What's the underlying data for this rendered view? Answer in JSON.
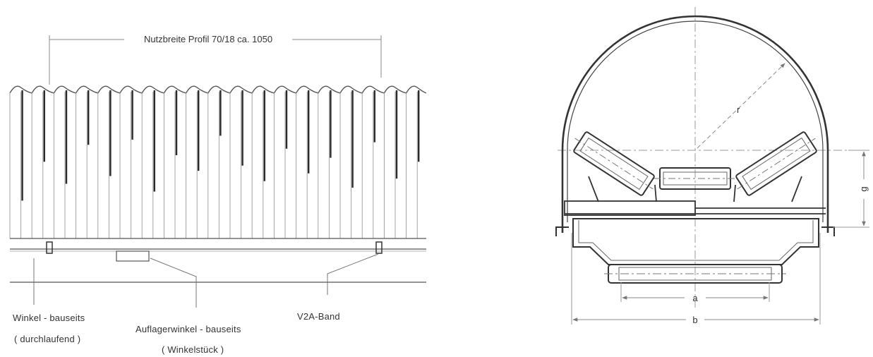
{
  "left_figure": {
    "title_dimension": "Nutzbreite Profil 70/18 ca. 1050",
    "labels": {
      "winkel_line1": "Winkel - bauseits",
      "winkel_line2": "( durchlaufend )",
      "auflager_line1": "Auflagerwinkel - bauseits",
      "auflager_line2": "( Winkelstück )",
      "band": "V2A-Band"
    }
  },
  "right_figure": {
    "dimensions": {
      "r": "r",
      "g": "g",
      "a": "a",
      "b": "b"
    }
  },
  "colors": {
    "line": "#555555",
    "dark": "#2a2a2a",
    "dim": "#8a8a8a"
  }
}
